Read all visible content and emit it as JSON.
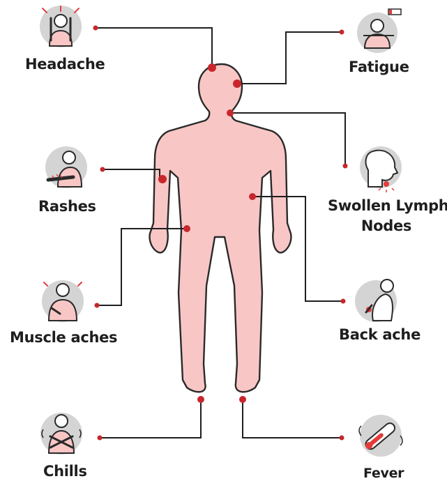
{
  "colors": {
    "body_fill": "#f8c7c5",
    "outline": "#2a2a2a",
    "marker": "#c8262c",
    "connector": "#1e1e1e",
    "icon_bg": "#c9c9c9",
    "icon_accent": "#e53b3b"
  },
  "symptoms": {
    "headache": "Headache",
    "fatigue": "Fatigue",
    "rashes": "Rashes",
    "swollen_lymph_1": "Swollen Lymph",
    "swollen_lymph_2": "Nodes",
    "muscle_aches": "Muscle aches",
    "back_ache": "Back ache",
    "chills": "Chills",
    "fever": "Fever"
  },
  "icons": {
    "headache": "person-holding-head-icon",
    "fatigue": "tired-person-low-battery-icon",
    "rashes": "person-scratching-arm-icon",
    "swollen_lymph": "neck-lymph-node-icon",
    "muscle_aches": "person-back-pain-icon",
    "back_ache": "person-holding-back-icon",
    "chills": "person-shivering-icon",
    "fever": "thermometer-icon"
  }
}
